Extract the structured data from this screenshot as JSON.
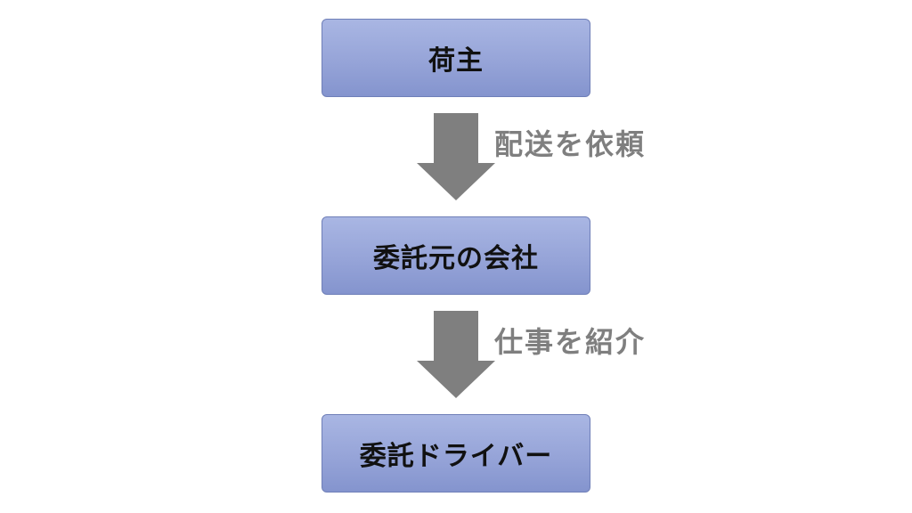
{
  "nodes": {
    "shipper": "荷主",
    "company": "委託元の会社",
    "driver": "委託ドライバー"
  },
  "edges": {
    "request": "配送を依頼",
    "introduce": "仕事を紹介"
  },
  "colors": {
    "box_fill_top": "#a9b6e3",
    "box_fill_bottom": "#8494ce",
    "box_border": "#6f7fb8",
    "arrow": "#7f7f7f",
    "edge_text": "#7f7f7f"
  }
}
